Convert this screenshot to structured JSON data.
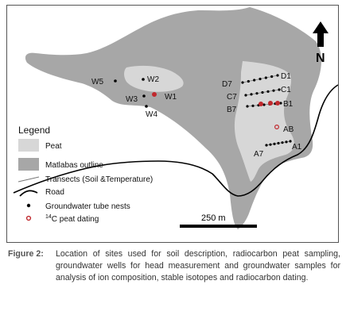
{
  "map": {
    "north_label": "N",
    "scale_label": "250 m",
    "colors": {
      "matlabas": "#a7a7a7",
      "peat": "#d7d7d7",
      "road": "#000000",
      "dot": "#000000",
      "dating": "#c0282d",
      "transect": "#777777"
    },
    "sites": [
      "W5",
      "W2",
      "W3",
      "W1",
      "W4",
      "D7",
      "D1",
      "C7",
      "C1",
      "B7",
      "B1",
      "AB",
      "A7",
      "A1"
    ]
  },
  "legend": {
    "title": "Legend",
    "items": [
      {
        "label": "Peat"
      },
      {
        "label": "Matlabas outline"
      },
      {
        "label": "Transects (Soil &Temperature)"
      },
      {
        "label": "Road"
      },
      {
        "label": "Groundwater tube nests"
      },
      {
        "label": "C peat dating",
        "superscript": "14"
      }
    ]
  },
  "caption": {
    "label": "Figure 2:",
    "text": "Location of sites used for soil description, radiocarbon peat sampling, groundwater wells for head measurement and groundwater samples for analysis of ion composition, stable isotopes and radiocarbon dating."
  }
}
